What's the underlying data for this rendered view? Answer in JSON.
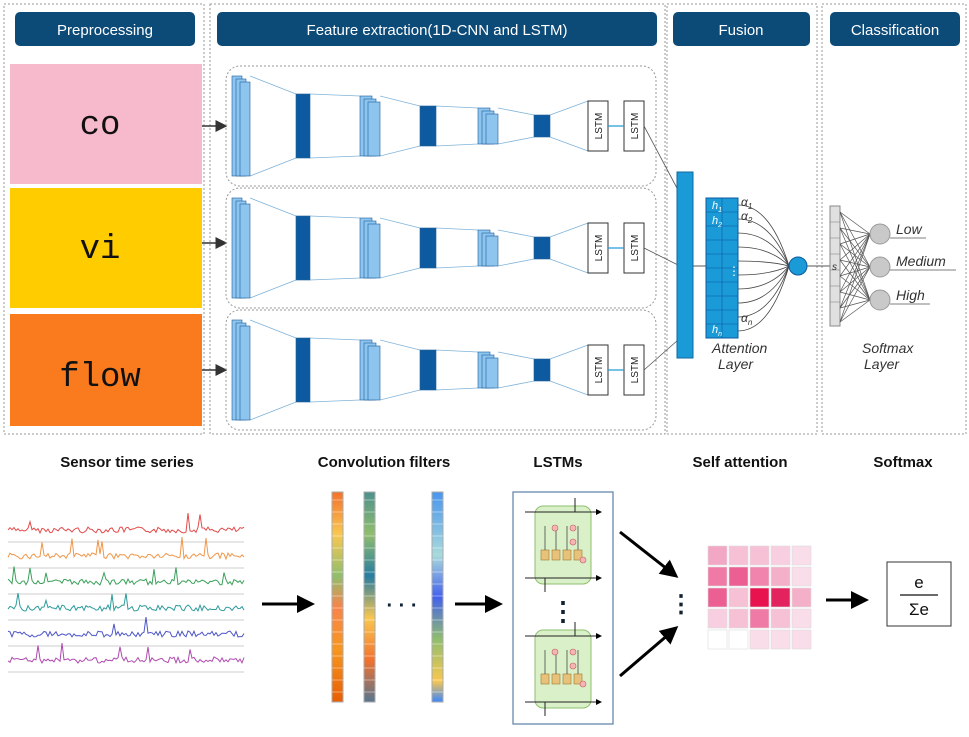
{
  "headers": {
    "preprocessing": "Preprocessing",
    "feature_extraction": "Feature extraction(1D-CNN and LSTM)",
    "fusion": "Fusion",
    "classification": "Classification"
  },
  "inputs": [
    {
      "label": "co",
      "color": "#f7b9cc"
    },
    {
      "label": "vi",
      "color": "#ffcc00"
    },
    {
      "label": "flow",
      "color": "#fa7a1e"
    }
  ],
  "lstm_label": "LSTM",
  "attention": {
    "caption_line1": "Attention",
    "caption_line2": "Layer",
    "h1": "h",
    "h1_sub": "1",
    "h2": "h",
    "h2_sub": "2",
    "hn": "h",
    "hn_sub": "n",
    "a1": "α",
    "a1_sub": "1",
    "a2": "α",
    "a2_sub": "2",
    "an": "α",
    "an_sub": "n",
    "dots": "⋮"
  },
  "softmax_layer": {
    "s_label": "s",
    "classes": [
      "Low",
      "Medium",
      "High"
    ],
    "caption_line1": "Softmax",
    "caption_line2": "Layer"
  },
  "bottom_labels": {
    "sensor": "Sensor time series",
    "conv": "Convolution filters",
    "lstms": "LSTMs",
    "self_attention": "Self attention",
    "softmax": "Softmax"
  },
  "colors": {
    "header_bg": "#0c4a78",
    "cnn_light": "#8ec5ef",
    "cnn_dark": "#0d5aa0",
    "fusion_blue": "#1a9ad6"
  },
  "formula": {
    "numerator": "e",
    "denominator": "Σe"
  },
  "misc": {
    "ellipsis": "· · ·",
    "vdots": "⋮"
  }
}
